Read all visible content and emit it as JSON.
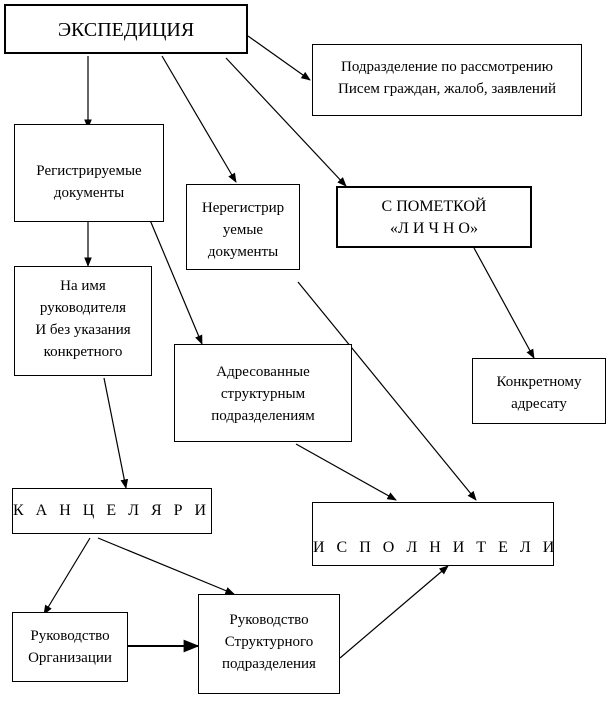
{
  "diagram": {
    "expedition": "ЭКСПЕДИЦИЯ",
    "division_lines": [
      "Подразделение по рассмотрению",
      "Писем граждан, жалоб, заявлений"
    ],
    "registered_lines": [
      "Регистрируемые",
      "документы"
    ],
    "unregistered_lines": [
      "Нерегистрир",
      "уемые",
      "документы"
    ],
    "personal_lines": [
      "С ПОМЕТКОЙ",
      "«Л И Ч Н О»"
    ],
    "head_lines": [
      "На имя",
      "руководителя",
      "И без указания",
      "конкретного"
    ],
    "addressed_lines": [
      "Адресованные",
      "структурным",
      "подразделениям"
    ],
    "specific_lines": [
      "Конкретному",
      "адресату"
    ],
    "chancellery": "К А Н Ц Е Л Я Р И Я",
    "executors": "И С П О Л Н И Т Е Л И",
    "org_mgmt_lines": [
      "Руководство",
      "Организации"
    ],
    "struct_mgmt_lines": [
      "Руководство",
      "Структурного",
      "подразделения"
    ]
  }
}
